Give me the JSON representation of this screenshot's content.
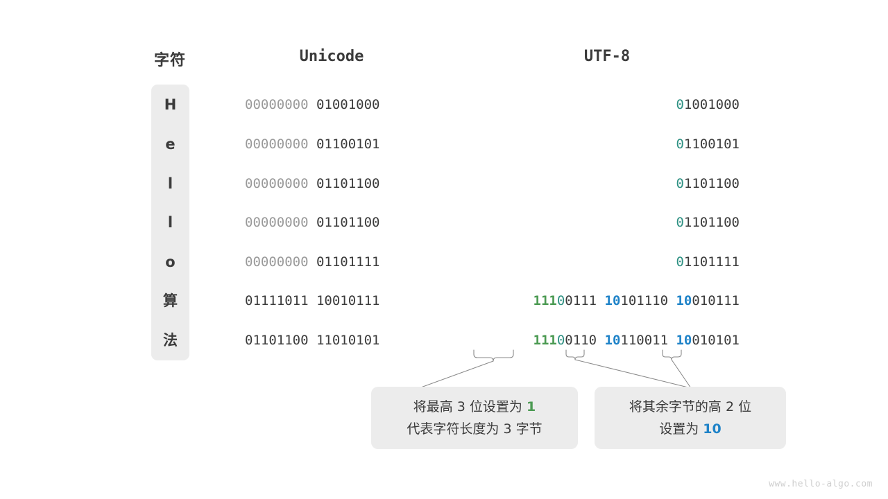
{
  "headers": {
    "character": "字符",
    "unicode": "Unicode",
    "utf8": "UTF-8"
  },
  "colors": {
    "panel_bg": "#ececec",
    "text": "#3b3b3b",
    "dim": "#9a9a9a",
    "teal": "#2e9183",
    "green": "#4b9a52",
    "blue": "#1f83c8",
    "watermark": "#cfcfcf"
  },
  "rows": [
    {
      "char": "H",
      "unicode_dim": "00000000 ",
      "unicode_dark": "01001000",
      "utf8_parts": [
        {
          "text": "0",
          "style": "teal"
        },
        {
          "text": "1001000",
          "style": "dark"
        }
      ]
    },
    {
      "char": "e",
      "unicode_dim": "00000000 ",
      "unicode_dark": "01100101",
      "utf8_parts": [
        {
          "text": "0",
          "style": "teal"
        },
        {
          "text": "1100101",
          "style": "dark"
        }
      ]
    },
    {
      "char": "l",
      "unicode_dim": "00000000 ",
      "unicode_dark": "01101100",
      "utf8_parts": [
        {
          "text": "0",
          "style": "teal"
        },
        {
          "text": "1101100",
          "style": "dark"
        }
      ]
    },
    {
      "char": "l",
      "unicode_dim": "00000000 ",
      "unicode_dark": "01101100",
      "utf8_parts": [
        {
          "text": "0",
          "style": "teal"
        },
        {
          "text": "1101100",
          "style": "dark"
        }
      ]
    },
    {
      "char": "o",
      "unicode_dim": "00000000 ",
      "unicode_dark": "01101111",
      "utf8_parts": [
        {
          "text": "0",
          "style": "teal"
        },
        {
          "text": "1101111",
          "style": "dark"
        }
      ]
    },
    {
      "char": "算",
      "unicode_dim": "",
      "unicode_dark": "01111011 10010111",
      "utf8_parts": [
        {
          "text": "111",
          "style": "green"
        },
        {
          "text": "0",
          "style": "teal"
        },
        {
          "text": "0111 ",
          "style": "dark"
        },
        {
          "text": "10",
          "style": "blue"
        },
        {
          "text": "101110 ",
          "style": "dark"
        },
        {
          "text": "10",
          "style": "blue"
        },
        {
          "text": "010111",
          "style": "dark"
        }
      ]
    },
    {
      "char": "法",
      "unicode_dim": "",
      "unicode_dark": "01101100 11010101",
      "utf8_parts": [
        {
          "text": "111",
          "style": "green"
        },
        {
          "text": "0",
          "style": "teal"
        },
        {
          "text": "0110 ",
          "style": "dark"
        },
        {
          "text": "10",
          "style": "blue"
        },
        {
          "text": "110011 ",
          "style": "dark"
        },
        {
          "text": "10",
          "style": "blue"
        },
        {
          "text": "010101",
          "style": "dark"
        }
      ]
    }
  ],
  "notes": {
    "left": {
      "line1_parts": [
        {
          "text": "将最高 3 位设置为 ",
          "style": "dark"
        },
        {
          "text": "1",
          "style": "green"
        }
      ],
      "line2_parts": [
        {
          "text": "代表字符长度为 3 字节",
          "style": "dark"
        }
      ]
    },
    "right": {
      "line1_parts": [
        {
          "text": "将其余字节的高 2 位",
          "style": "dark"
        }
      ],
      "line2_parts": [
        {
          "text": "设置为 ",
          "style": "dark"
        },
        {
          "text": "10",
          "style": "blue"
        }
      ]
    }
  },
  "watermark": "www.hello-algo.com"
}
